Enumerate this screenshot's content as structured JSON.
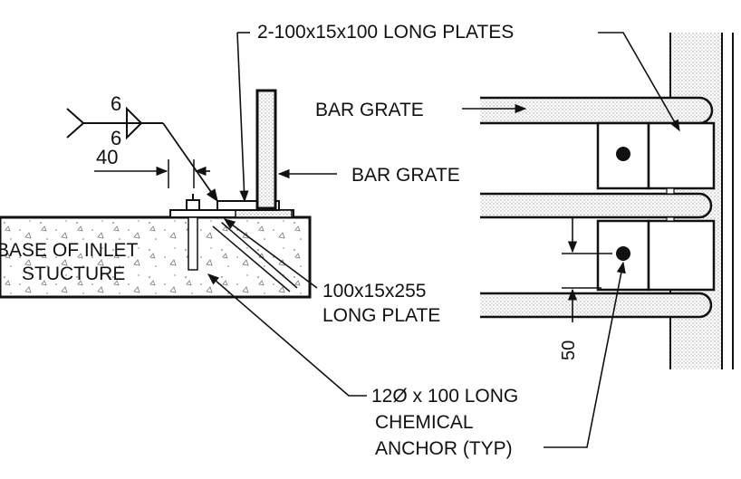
{
  "labels": {
    "long_plates": "2-100x15x100 LONG PLATES",
    "bar_grate_right": "BAR GRATE",
    "bar_grate_left": "BAR GRATE",
    "weld_top": "6",
    "weld_bottom": "6",
    "dim_40": "40",
    "base_line1": "BASE OF INLET",
    "base_line2": "STUCTURE",
    "plate_line1": "100x15x255",
    "plate_line2": "LONG PLATE",
    "anchor_line1": "12Ø x 100 LONG",
    "anchor_line2": "CHEMICAL",
    "anchor_line3": "ANCHOR (TYP)",
    "dim_50": "50"
  },
  "colors": {
    "ink": "#111111",
    "stipple": "#bdbdbd",
    "paper": "#ffffff"
  }
}
